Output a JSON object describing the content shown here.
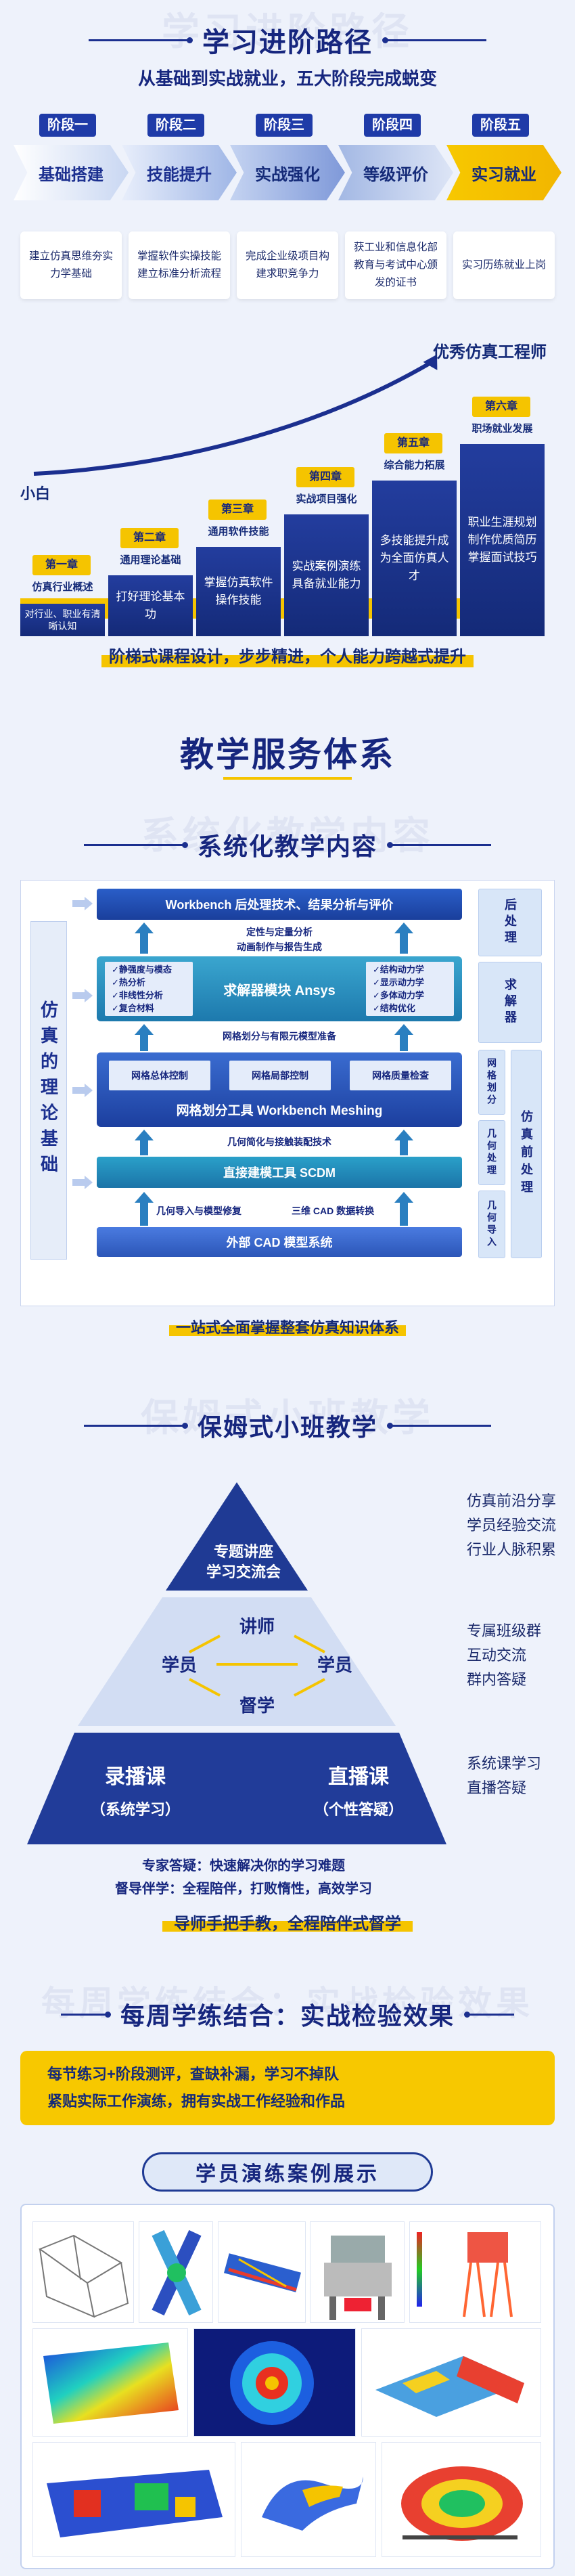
{
  "path": {
    "watermark": "学习进阶路径",
    "title": "学习进阶路径",
    "subtitle": "从基础到实战就业，五大阶段完成蜕变",
    "stages": [
      {
        "label": "阶段一",
        "name": "基础搭建",
        "desc": "建立仿真思维夯实力学基础"
      },
      {
        "label": "阶段二",
        "name": "技能提升",
        "desc": "掌握软件实操技能建立标准分析流程"
      },
      {
        "label": "阶段三",
        "name": "实战强化",
        "desc": "完成企业级项目构建求职竞争力"
      },
      {
        "label": "阶段四",
        "name": "等级评价",
        "desc": "获工业和信息化部教育与考试中心颁发的证书"
      },
      {
        "label": "阶段五",
        "name": "实习就业",
        "desc": "实习历练就业上岗"
      }
    ],
    "top_label": "优秀仿真工程师",
    "bottom_label": "小白",
    "chapters": [
      {
        "tag": "第一章",
        "name": "仿真行业概述",
        "desc": "对行业、职业有清晰认知"
      },
      {
        "tag": "第二章",
        "name": "通用理论基础",
        "desc": "打好理论基本功"
      },
      {
        "tag": "第三章",
        "name": "通用软件技能",
        "desc": "掌握仿真软件操作技能"
      },
      {
        "tag": "第四章",
        "name": "实战项目强化",
        "desc": "实战案例演练具备就业能力"
      },
      {
        "tag": "第五章",
        "name": "综合能力拓展",
        "desc": "多技能提升成为全面仿真人才"
      },
      {
        "tag": "第六章",
        "name": "职场就业发展",
        "desc": "职业生涯规划制作优质简历掌握面试技巧"
      }
    ],
    "caption": "阶梯式课程设计，步步精进，个人能力跨越式提升"
  },
  "service": {
    "title": "教学服务体系"
  },
  "content": {
    "watermark": "系统化教学内容",
    "title": "系统化教学内容",
    "left_label": "仿真的理论基础",
    "post_title": "Workbench 后处理技术、结果分析与评价",
    "post_items": [
      "定性与定量分析",
      "动画制作与报告生成"
    ],
    "solver_left": [
      "✓静强度与模态",
      "✓热分析",
      "✓非线性分析",
      "✓复合材料"
    ],
    "solver_title": "求解器模块 Ansys",
    "solver_right": [
      "✓结构动力学",
      "✓显示动力学",
      "✓多体动力学",
      "✓结构优化"
    ],
    "mesh_prep": "网格划分与有限元模型准备",
    "mesh_items": [
      "网格总体控制",
      "网格局部控制",
      "网格质量检查"
    ],
    "mesh_title": "网格划分工具 Workbench Meshing",
    "geo_prep": "几何简化与接触装配技术",
    "scdm": "直接建模工具 SCDM",
    "import_items": [
      "几何导入与模型修复",
      "三维 CAD 数据转换"
    ],
    "cad": "外部 CAD 模型系统",
    "right_post": "后处理",
    "right_solver": "求解器",
    "right_mesh": "网格划分",
    "right_geo": "几何处理",
    "right_import": "几何导入",
    "right_pre": "仿真前处理",
    "caption": "一站式全面掌握整套仿真知识体系"
  },
  "nanny": {
    "watermark": "保姆式小班教学",
    "title": "保姆式小班教学",
    "top": [
      "专题讲座",
      "学习交流会"
    ],
    "lecturer": "讲师",
    "student_l": "学员",
    "student_r": "学员",
    "supervisor": "督学",
    "recorded": "录播课",
    "recorded_sub": "（系统学习）",
    "live": "直播课",
    "live_sub": "（个性答疑）",
    "right_top": [
      "仿真前沿分享",
      "学员经验交流",
      "行业人脉积累"
    ],
    "right_mid": [
      "专属班级群",
      "互动交流",
      "群内答疑"
    ],
    "right_bot": [
      "系统课学习",
      "直播答疑"
    ],
    "notes": [
      "专家答疑：快速解决你的学习难题",
      "督导伴学：全程陪伴，打败惰性，高效学习"
    ],
    "caption": "导师手把手教，全程陪伴式督学"
  },
  "weekly": {
    "watermark": "每周学练结合：实战检验效果",
    "title": "每周学练结合：实战检验效果",
    "box": [
      "每节练习+阶段测评，查缺补漏，学习不掉队",
      "紧贴实际工作演练，拥有实战工作经验和作品"
    ],
    "cases_title": "学员演练案例展示"
  }
}
